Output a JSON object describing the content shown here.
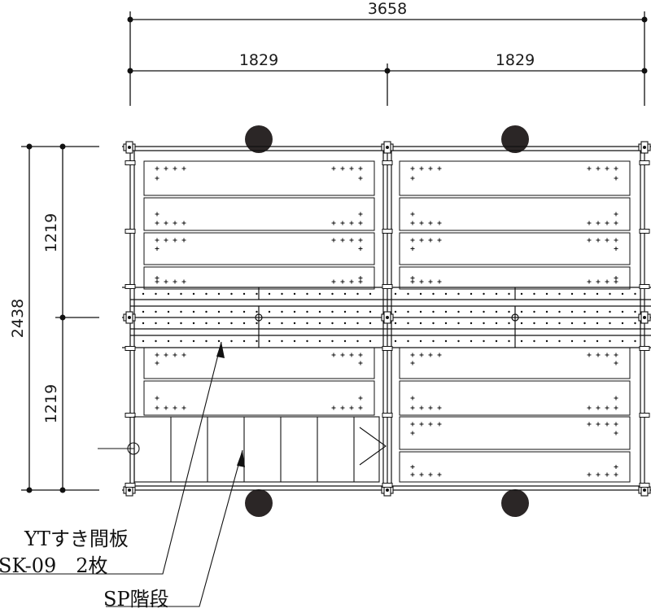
{
  "dimensions": {
    "total_width": "3658",
    "half_left": "1829",
    "half_right": "1829",
    "total_height": "2438",
    "half_top": "1219",
    "half_bottom": "1219"
  },
  "labels": {
    "yt_line1": "YTすき間板",
    "yt_line2": "SK-09　2枚",
    "stairs": "SP階段"
  },
  "colors": {
    "line": "#111111",
    "post": "#2b2626",
    "background": "#ffffff"
  }
}
